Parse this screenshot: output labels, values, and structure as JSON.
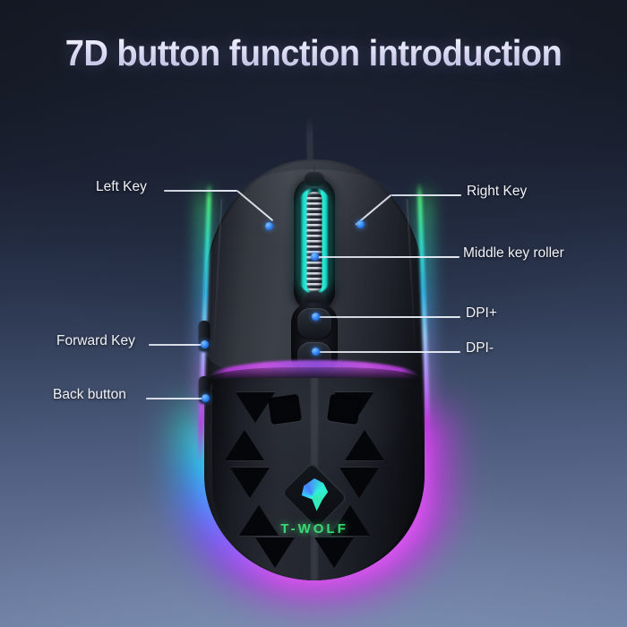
{
  "page": {
    "title": "7D button function introduction",
    "background_top_color": "#141823",
    "background_bottom_color": "#7183a6",
    "title_color": "#dfdff4"
  },
  "product": {
    "brand_text": "T-WOLF",
    "brand_text_color": "#3ce87a",
    "wheel_glow_color": "#2ef0dc",
    "side_strip_colors": [
      "#4ee87a",
      "#2fe0c8",
      "#39c8ff",
      "#b98bff",
      "#c23be0"
    ],
    "base_glow_colors": [
      "#c23be0",
      "#6f5cff",
      "#27d6e8",
      "#35e6a8",
      "#7ae84a"
    ],
    "ridge_color": "#cf56ef",
    "callout_dot_color": "#2b7ef0"
  },
  "callouts": [
    {
      "id": "left-key",
      "label": "Left Key"
    },
    {
      "id": "right-key",
      "label": "Right Key"
    },
    {
      "id": "middle-key-roller",
      "label": "Middle key roller"
    },
    {
      "id": "dpi-plus",
      "label": "DPI+"
    },
    {
      "id": "dpi-minus",
      "label": "DPI-"
    },
    {
      "id": "forward-key",
      "label": "Forward Key"
    },
    {
      "id": "back-button",
      "label": "Back button"
    }
  ]
}
